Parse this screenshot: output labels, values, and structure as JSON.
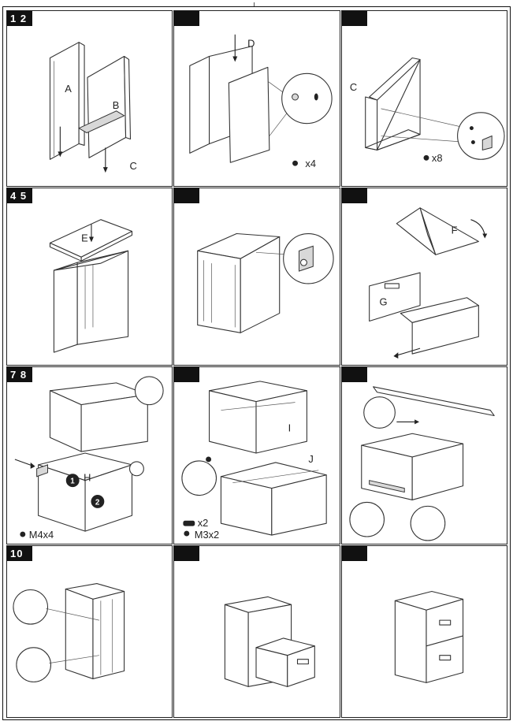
{
  "steps": {
    "step1_2": {
      "tag": "1 2",
      "labels": {
        "a": "A",
        "b": "B",
        "c": "C"
      }
    },
    "step_d": {
      "tag": "",
      "labels": {
        "d": "D"
      },
      "hardware_count": "x4"
    },
    "step_c2": {
      "tag": "",
      "labels": {
        "c": "C"
      },
      "hardware_count": "x8"
    },
    "step4_5": {
      "tag": "4 5",
      "labels": {
        "e": "E"
      }
    },
    "step_top": {
      "tag": ""
    },
    "step_fg": {
      "tag": "",
      "labels": {
        "f": "F",
        "g": "G"
      }
    },
    "step7_8": {
      "tag": "7 8",
      "labels": {
        "h": "H",
        "n1": "1",
        "n2": "2"
      },
      "hardware_count": "M4x4"
    },
    "step_ij": {
      "tag": "",
      "labels": {
        "i": "I",
        "j": "J"
      },
      "hardware_count_1": "x2",
      "hardware_count_2": "M3x2"
    },
    "step_rail": {
      "tag": ""
    },
    "step10": {
      "tag": "10"
    },
    "step_drawer": {
      "tag": ""
    },
    "step_done": {
      "tag": ""
    }
  }
}
